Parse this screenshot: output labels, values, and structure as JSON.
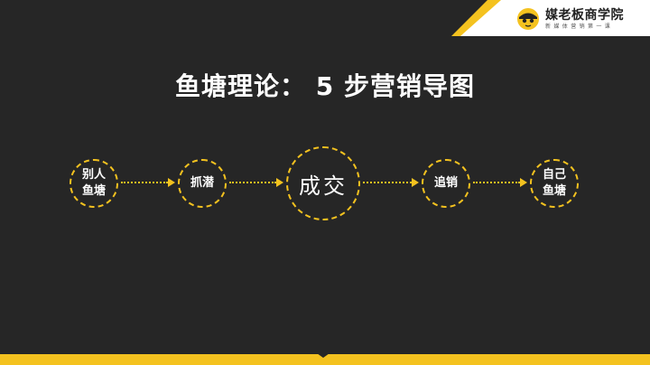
{
  "header": {
    "logo_title": "媒老板商学院",
    "logo_subtitle": "新媒体营销第一课"
  },
  "title": "鱼塘理论： 5 步营销导图",
  "flow": [
    {
      "label": "别人鱼塘"
    },
    {
      "label": "抓潜"
    },
    {
      "label": "成交"
    },
    {
      "label": "追销"
    },
    {
      "label": "自己鱼塘"
    }
  ],
  "colors": {
    "accent": "#f4c21f",
    "background": "#262626",
    "text": "#ffffff"
  }
}
